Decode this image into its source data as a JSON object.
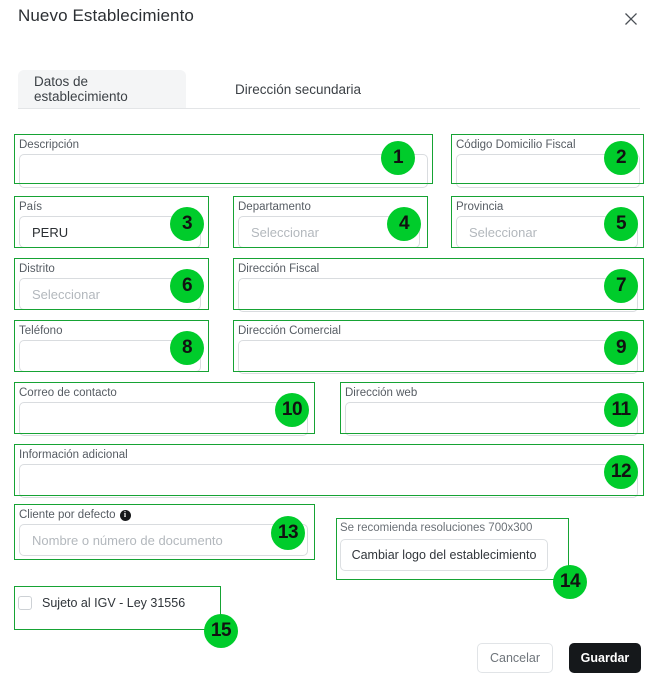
{
  "header": {
    "title": "Nuevo Establecimiento",
    "close_icon": "close-icon"
  },
  "tabs": [
    {
      "label": "Datos de establecimiento",
      "active": true
    },
    {
      "label": "Dirección secundaria",
      "active": false
    }
  ],
  "fields": [
    {
      "id": 1,
      "label": "Descripción",
      "value": "",
      "placeholder": ""
    },
    {
      "id": 2,
      "label": "Código Domicilio Fiscal",
      "value": "",
      "placeholder": ""
    },
    {
      "id": 3,
      "label": "País",
      "value": "PERU",
      "placeholder": ""
    },
    {
      "id": 4,
      "label": "Departamento",
      "value": "",
      "placeholder": "Seleccionar"
    },
    {
      "id": 5,
      "label": "Provincia",
      "value": "",
      "placeholder": "Seleccionar"
    },
    {
      "id": 6,
      "label": "Distrito",
      "value": "",
      "placeholder": "Seleccionar"
    },
    {
      "id": 7,
      "label": "Dirección Fiscal",
      "value": "",
      "placeholder": ""
    },
    {
      "id": 8,
      "label": "Teléfono",
      "value": "",
      "placeholder": ""
    },
    {
      "id": 9,
      "label": "Dirección Comercial",
      "value": "",
      "placeholder": ""
    },
    {
      "id": 10,
      "label": "Correo de contacto",
      "value": "",
      "placeholder": ""
    },
    {
      "id": 11,
      "label": "Dirección web",
      "value": "",
      "placeholder": ""
    },
    {
      "id": 12,
      "label": "Información adicional",
      "value": "",
      "placeholder": ""
    },
    {
      "id": 13,
      "label": "Cliente por defecto",
      "value": "",
      "placeholder": "Nombre o número de documento",
      "info_icon": "info-icon"
    }
  ],
  "logo": {
    "hint": "Se recomienda resoluciones 700x300",
    "button_label": "Cambiar logo del establecimiento"
  },
  "checkbox": {
    "label": "Sujeto al IGV - Ley 31556",
    "checked": false
  },
  "footer": {
    "cancel_label": "Cancelar",
    "save_label": "Guardar"
  },
  "annotations": {
    "badges": [
      "1",
      "2",
      "3",
      "4",
      "5",
      "6",
      "7",
      "8",
      "9",
      "10",
      "11",
      "12",
      "13",
      "14",
      "15"
    ],
    "box_color": "#16a334",
    "badge_color": "#00cc2b"
  }
}
